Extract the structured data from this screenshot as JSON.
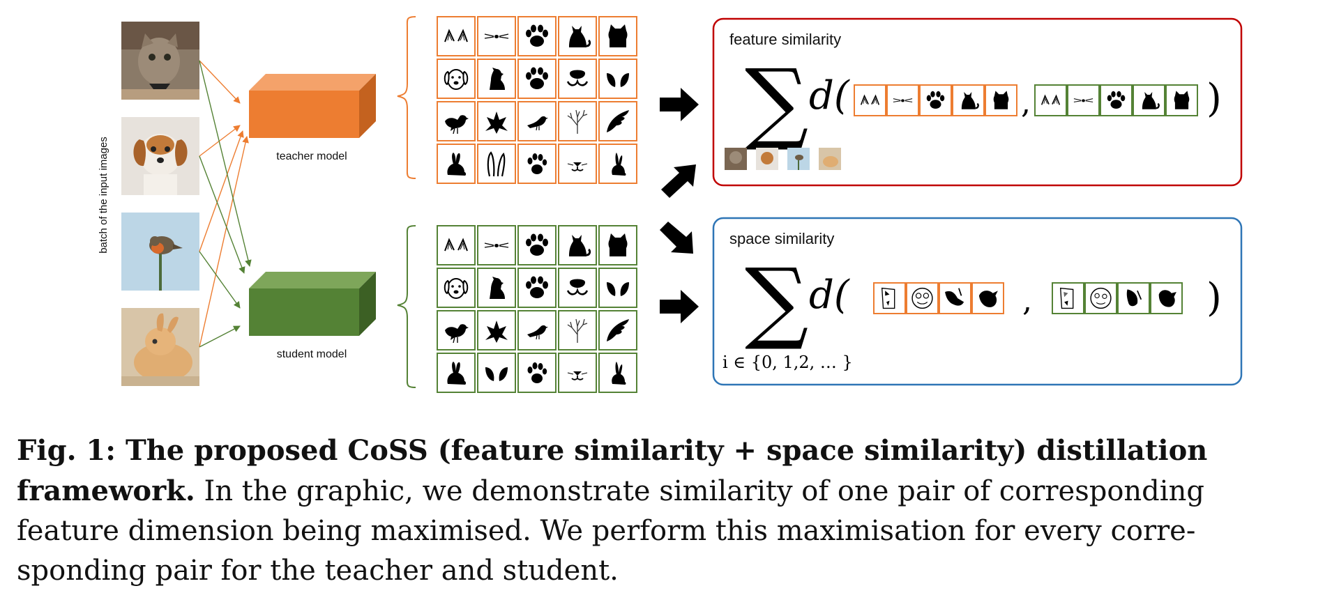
{
  "diagram": {
    "side_label": "batch of the input images",
    "teacher_label": "teacher model",
    "student_label": "student model",
    "feature_panel_title": "feature similarity",
    "space_panel_title": "space similarity",
    "sum_symbol": "∑",
    "distance_open": "d(",
    "comma": ",",
    "close_paren": ")",
    "index_set": "i ∈ {0, 1,2, … }",
    "colors": {
      "teacher": "#ED7D31",
      "student": "#548235",
      "feature_border": "#C00000",
      "space_border": "#2E75B6"
    },
    "inputs": [
      {
        "name": "kitten",
        "icon": "kitten-photo"
      },
      {
        "name": "puppy",
        "icon": "puppy-photo"
      },
      {
        "name": "robin",
        "icon": "robin-photo"
      },
      {
        "name": "rabbit",
        "icon": "rabbit-photo"
      }
    ],
    "feature_rows": [
      [
        "cat-ears-icon",
        "whiskers-icon",
        "paw-icon",
        "sitting-cat-icon",
        "cat-head-icon"
      ],
      [
        "dog-face-icon",
        "sitting-dog-icon",
        "paw-icon",
        "dog-nose-icon",
        "dog-ears-icon"
      ],
      [
        "bird-icon",
        "bird-flock-icon",
        "small-bird-icon",
        "branch-icon",
        "wing-icon"
      ],
      [
        "rabbit-icon",
        "rabbit-ears-icon",
        "rabbit-paw-icon",
        "rabbit-nose-icon",
        "small-rabbit-icon"
      ]
    ]
  },
  "caption": {
    "bold_part": "Fig. 1: The proposed CoSS (feature similarity + space similarity) distillation framework.",
    "line1_bold": "Fig. 1: The proposed CoSS (feature similarity + space similarity) distillation",
    "line2_bold": "framework.",
    "line2_rest": " In the graphic, we demonstrate similarity of one pair of corresponding",
    "line3": "feature dimension being maximised. We perform this maximisation for every corre-",
    "line4": "sponding pair for the teacher and student."
  }
}
